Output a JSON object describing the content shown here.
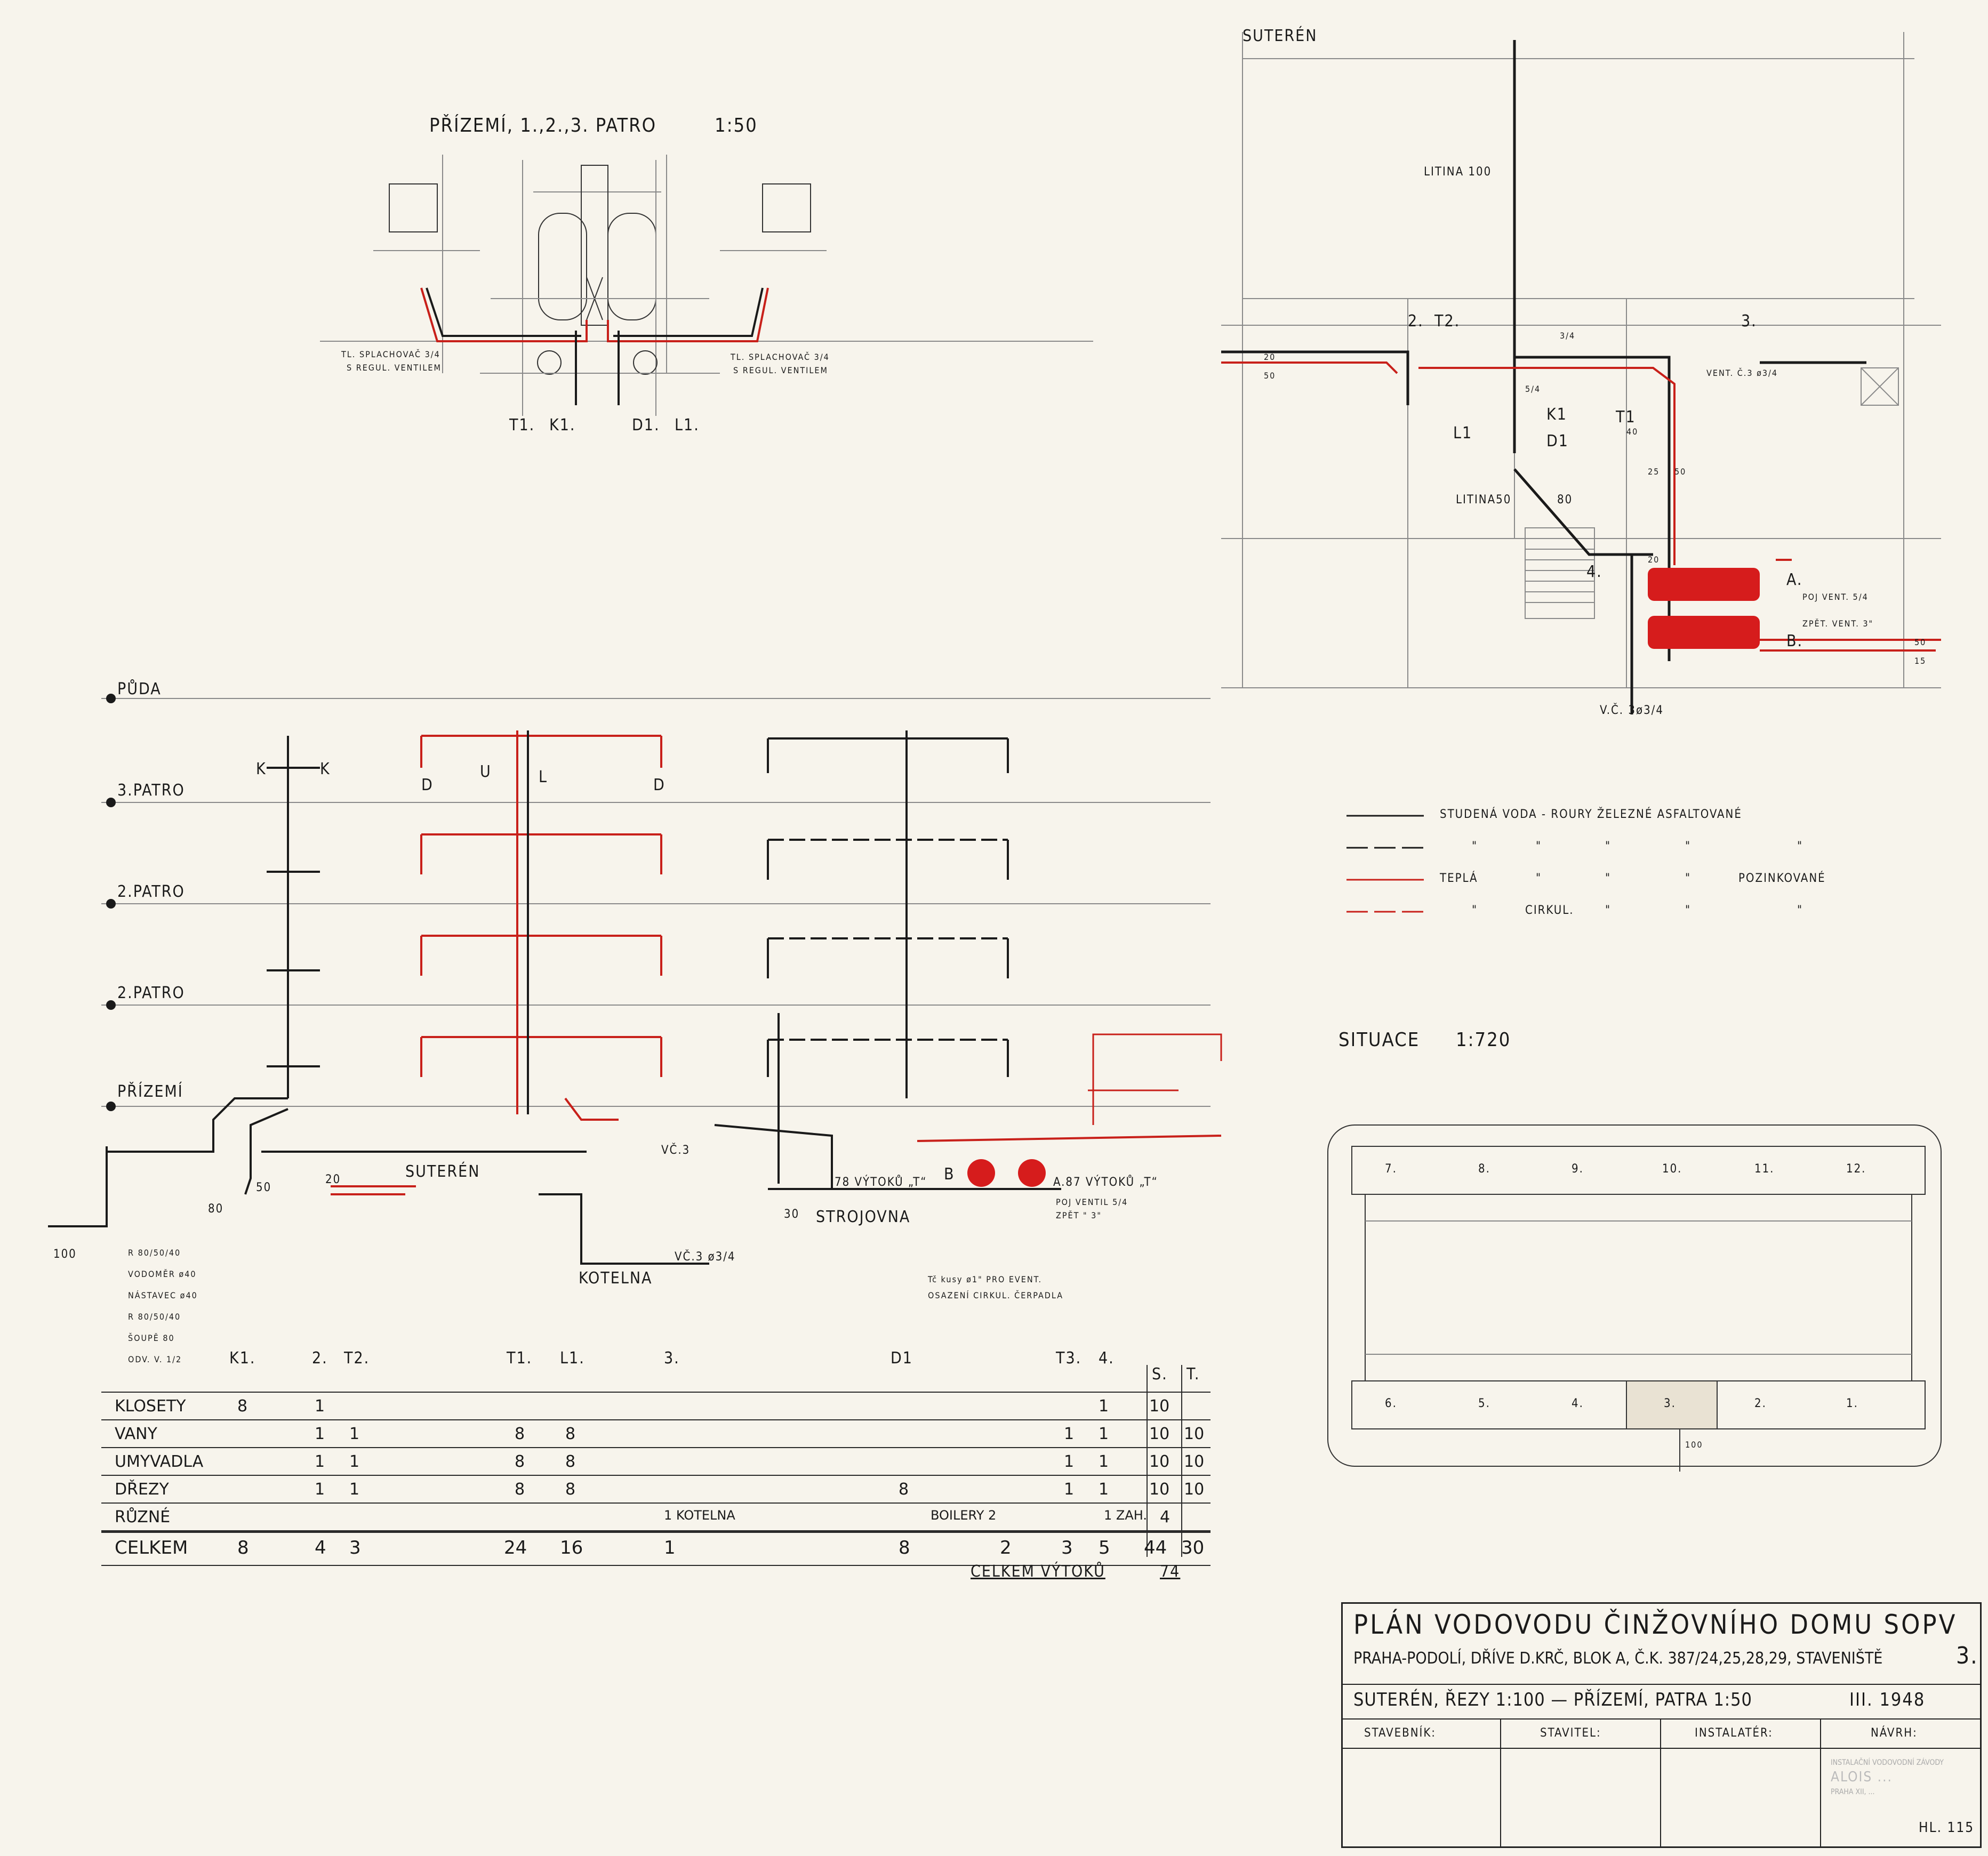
{
  "top_left": {
    "title": "PŘÍZEMÍ, 1.,2.,3. PATRO",
    "scale": "1:50",
    "note_left_1": "TL. SPLACHOVAČ 3/4",
    "note_left_2": "S REGUL. VENTILEM",
    "note_right_1": "TL. SPLACHOVAČ 3/4",
    "note_right_2": "S REGUL. VENTILEM",
    "riser_labels": [
      "T1.",
      "K1.",
      "D1.",
      "L1."
    ]
  },
  "top_right": {
    "title": "SUTERÉN",
    "litina100": "LITINA 100",
    "litina50": "LITINA50",
    "n80": "80",
    "n2": "2.",
    "t2": "T2.",
    "n3": "3.",
    "k1": "K1",
    "t1": "T1",
    "l1": "L1",
    "d1": "D1",
    "n4": "4.",
    "a": "A.",
    "b": "B.",
    "vent": "VENT. Č.3 ø3/4",
    "poj_vent": "POJ VENT. 5/4",
    "zpet_vent": "ZPĚT. VENT. 3\"",
    "vc": "V.Č. 3ø3/4",
    "dims": [
      "20",
      "50",
      "3/4",
      "5/4",
      "25",
      "50",
      "40",
      "20",
      "15",
      "50"
    ]
  },
  "legend": {
    "row1_a": "STUDENÁ VODA - ROURY ŽELEZNÉ ASFALTOVANÉ",
    "row2_marks": [
      "\"",
      "\"",
      "\"",
      "\"",
      "\""
    ],
    "row3_a": "TEPLÁ",
    "row3_b": "POZINKOVANÉ",
    "row3_marks": [
      "\"",
      "\"",
      "\""
    ],
    "row4_a": "CIRKUL.",
    "row4_marks": [
      "\"",
      "\"",
      "\"",
      "\""
    ]
  },
  "levels": {
    "puda": "PŮDA",
    "patro3": "3.PATRO",
    "patro2a": "2.PATRO",
    "patro2b": "2.PATRO",
    "prizemi": "PŘÍZEMÍ",
    "suteren": "SUTERÉN",
    "kotelna": "KOTELNA",
    "strojovna": "STROJOVNA"
  },
  "section": {
    "vc3": "VČ.3",
    "vc3_b": "VČ.3 ø3/4",
    "vytoku_78": "78 VÝTOKŮ „T“",
    "vytoku_87": "A.87 VÝTOKŮ „T“",
    "poj_ventil": "POJ VENTIL 5/4",
    "zpet": "ZPĚT     \"     3\"",
    "b_label": "B",
    "note_1": "Tč kusy ø1\" PRO EVENT.",
    "note_2": "OSAZENÍ CIRKUL. ČERPADLA",
    "meter_notes": [
      "R 80/50/40",
      "VODOMĚR ø40",
      "NÁSTAVEC ø40",
      "R 80/50/40",
      "ŠOUPĚ 80",
      "ODV. V. 1/2"
    ],
    "n100": "100",
    "n80": "80",
    "dim_50": "50",
    "dim_20": "20",
    "dim_30": "30",
    "d_label": "D",
    "l_label": "L",
    "u_label": "U",
    "k_label": "K"
  },
  "schedule": {
    "col_headers": [
      "K1.",
      "2.",
      "T2.",
      "T1.",
      "L1.",
      "3.",
      "D1",
      "T3.",
      "4.",
      "S.",
      "T."
    ],
    "rows": [
      {
        "label": "KLOSETY",
        "cells": [
          "8",
          "1",
          "",
          "",
          "",
          "",
          "",
          "",
          "1",
          "10",
          ""
        ]
      },
      {
        "label": "VANY",
        "cells": [
          "",
          "1",
          "1",
          "8",
          "8",
          "",
          "",
          "1",
          "1",
          "10",
          "10"
        ]
      },
      {
        "label": "UMYVADLA",
        "cells": [
          "",
          "1",
          "1",
          "8",
          "8",
          "",
          "",
          "1",
          "1",
          "10",
          "10"
        ]
      },
      {
        "label": "DŘEZY",
        "cells": [
          "",
          "1",
          "1",
          "8",
          "8",
          "",
          "8",
          "1",
          "1",
          "10",
          "10"
        ]
      },
      {
        "label": "RŮZNÉ",
        "cells": [
          "",
          "",
          "",
          "",
          "",
          "1 KOTELNA",
          "BOILERY 2",
          "",
          "1 ZAH.",
          "4",
          ""
        ]
      },
      {
        "label": "CELKEM",
        "cells": [
          "8",
          "4",
          "3",
          "24",
          "16",
          "1",
          "8",
          "2",
          "3",
          "5",
          "44",
          "30"
        ]
      }
    ],
    "total_label": "CELKEM VÝTOKŮ",
    "total_value": "74"
  },
  "situace": {
    "title": "SITUACE",
    "scale": "1:720",
    "top_numbers": [
      "7.",
      "8.",
      "9.",
      "10.",
      "11.",
      "12."
    ],
    "bottom_numbers": [
      "6.",
      "5.",
      "4.",
      "3.",
      "2.",
      "1."
    ],
    "dim": "100"
  },
  "titleblock": {
    "title": "PLÁN VODOVODU ČINŽOVNÍHO DOMU SOPV",
    "subtitle": "PRAHA-PODOLÍ, DŘÍVE D.KRČ, BLOK A, Č.K. 387/24,25,28,29, STAVENIŠTĚ",
    "site_no": "3.",
    "line3": "SUTERÉN, ŘEZY 1:100 — PŘÍZEMÍ, PATRA 1:50",
    "date": "III. 1948",
    "stavebnik": "STAVEBNÍK:",
    "stavitel": "STAVITEL:",
    "instalater": "INSTALATÉR:",
    "navrh": "NÁVRH:",
    "stamp_1": "INSTALAČNÍ VODOVODNÍ ZÁVODY",
    "stamp_2": "ALOIS ...",
    "stamp_3": "PRAHA XII, ...",
    "sheet": "HL. 115"
  },
  "colors": {
    "ink": "#1a1a1a",
    "red": "#c8201a",
    "paper": "#f7f4ec"
  }
}
